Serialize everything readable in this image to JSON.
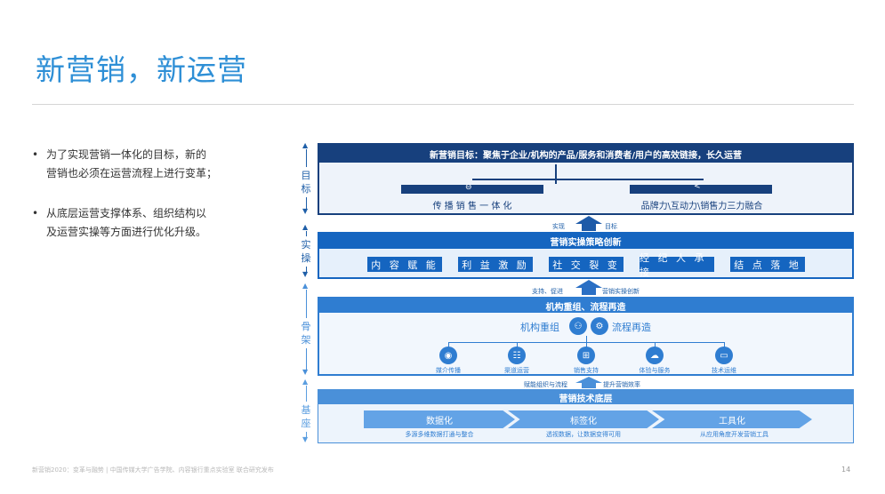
{
  "title": "新营销，新运营",
  "bullets": [
    {
      "line1": "为了实现营销一体化的目标，新的",
      "line2": "营销也必须在运营流程上进行变革；"
    },
    {
      "line1": "从底层运营支撑体系、组织结构以",
      "line2": "及运营实操等方面进行优化升级。"
    }
  ],
  "side_labels": [
    {
      "text": "目标"
    },
    {
      "text": "实操"
    },
    {
      "text": "骨架"
    },
    {
      "text": "基座"
    }
  ],
  "goal": {
    "header": "新营销目标：聚焦于企业/机构的产品/服务和消费者/用户的高效链接，长久运营",
    "left": "传 播 销 售 一 体 化",
    "right": "品牌力\\互动力\\销售力三力融合"
  },
  "arrow1": {
    "left": "实现",
    "right": "目标"
  },
  "practice": {
    "header": "营销实操策略创新",
    "items": [
      "内 容 赋 能",
      "利 益 激 励",
      "社 交 裂 变",
      "经 纪 人 承 接",
      "结 点 落 地"
    ]
  },
  "arrow2": {
    "left": "支持、促进",
    "right": "营销实操创新"
  },
  "framework": {
    "header": "机构重组、流程再造",
    "left": "机构重组",
    "right": "流程再造",
    "nodes": [
      "媒介传播",
      "渠道运营",
      "销售支持",
      "体验与服务",
      "技术运维"
    ]
  },
  "arrow3": {
    "left": "赋能组织与流程",
    "right": "提升营销效率"
  },
  "base": {
    "header": "营销技术底层",
    "items": [
      {
        "label": "数据化",
        "sub": "多源多维数据打通与整合"
      },
      {
        "label": "标签化",
        "sub": "透视数据，让数据变得可用"
      },
      {
        "label": "工具化",
        "sub": "从应用角度开发营销工具"
      }
    ]
  },
  "footer": "新营销2020：变革与融势 | 中国传媒大学广告学院、内容银行重点实验室 联合研究发布",
  "page_number": "14",
  "colors": {
    "title": "#2e8fd6",
    "navy": "#17407d",
    "blue": "#1565c0",
    "light": "#e6f0fb",
    "accent": "#2f7dd1"
  }
}
